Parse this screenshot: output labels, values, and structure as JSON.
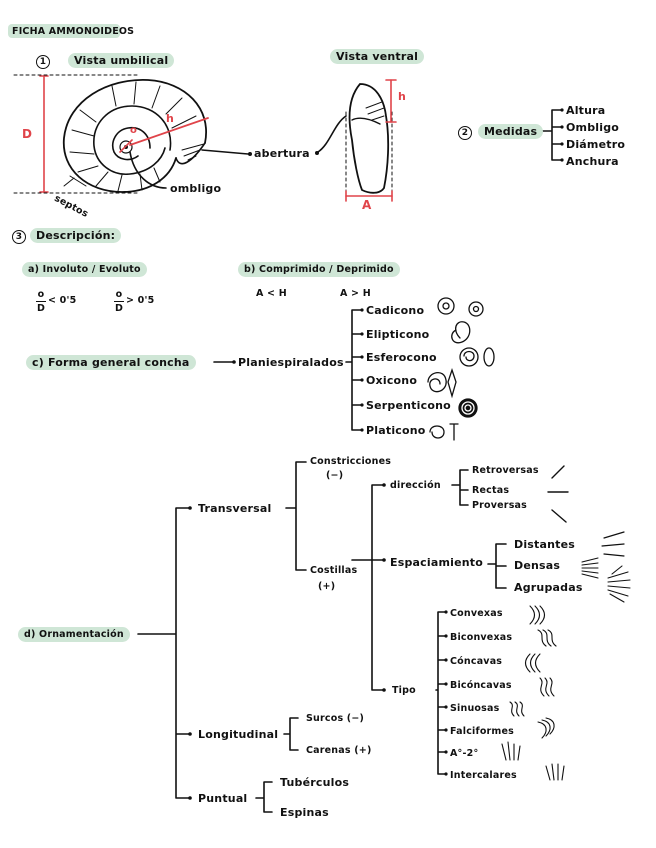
{
  "title": "FICHA AMMONOIDEOS",
  "colors": {
    "highlight": "#cfe6d6",
    "accent_red": "#e0444a",
    "ink": "#111111"
  },
  "section1": {
    "number": "1",
    "umbilical_view": "Vista umbilical",
    "ventral_view": "Vista ventral",
    "label_D": "D",
    "label_h": "h",
    "label_o": "o",
    "label_A": "A",
    "label_H": "h",
    "septos": "septos",
    "ombligo": "ombligo",
    "abertura": "abertura"
  },
  "section2": {
    "number": "2",
    "title": "Medidas",
    "items": [
      "Altura",
      "Ombligo",
      "Diámetro",
      "Anchura"
    ]
  },
  "section3": {
    "number": "3",
    "title": "Descripción:",
    "a": {
      "title": "a) Involuto / Evoluto",
      "formula1_num": "o",
      "formula1_den": "D",
      "formula1_rel": "< 0'5",
      "formula2_num": "o",
      "formula2_den": "D",
      "formula2_rel": "> 0'5"
    },
    "b": {
      "title": "b) Comprimido / Deprimido",
      "rel1": "A < H",
      "rel2": "A > H"
    },
    "c": {
      "title": "c) Forma general concha",
      "mid": "Planiespiralados",
      "items": [
        "Cadicono",
        "Elipticono",
        "Esferocono",
        "Oxicono",
        "Serpenticono",
        "Platicono"
      ]
    }
  },
  "ornament": {
    "root": "d) Ornamentación",
    "transversal": "Transversal",
    "constricciones": "Constricciones",
    "constricciones_sign": "(−)",
    "costillas": "Costillas",
    "costillas_sign": "(+)",
    "direccion": "dirección",
    "direccion_items": [
      "Retroversas",
      "Rectas",
      "Proversas"
    ],
    "espaciamiento": "Espaciamiento",
    "espaciamiento_items": [
      "Distantes",
      "Densas",
      "Agrupadas"
    ],
    "tipo": "Tipo",
    "tipo_items": [
      "Convexas",
      "Biconvexas",
      "Cóncavas",
      "Bicóncavas",
      "Sinuosas",
      "Falciformes",
      "A°-2°",
      "Intercalares"
    ],
    "longitudinal": "Longitudinal",
    "longitudinal_items": [
      "Surcos (−)",
      "Carenas (+)"
    ],
    "puntual": "Puntual",
    "puntual_items": [
      "Tubérculos",
      "Espinas"
    ]
  }
}
